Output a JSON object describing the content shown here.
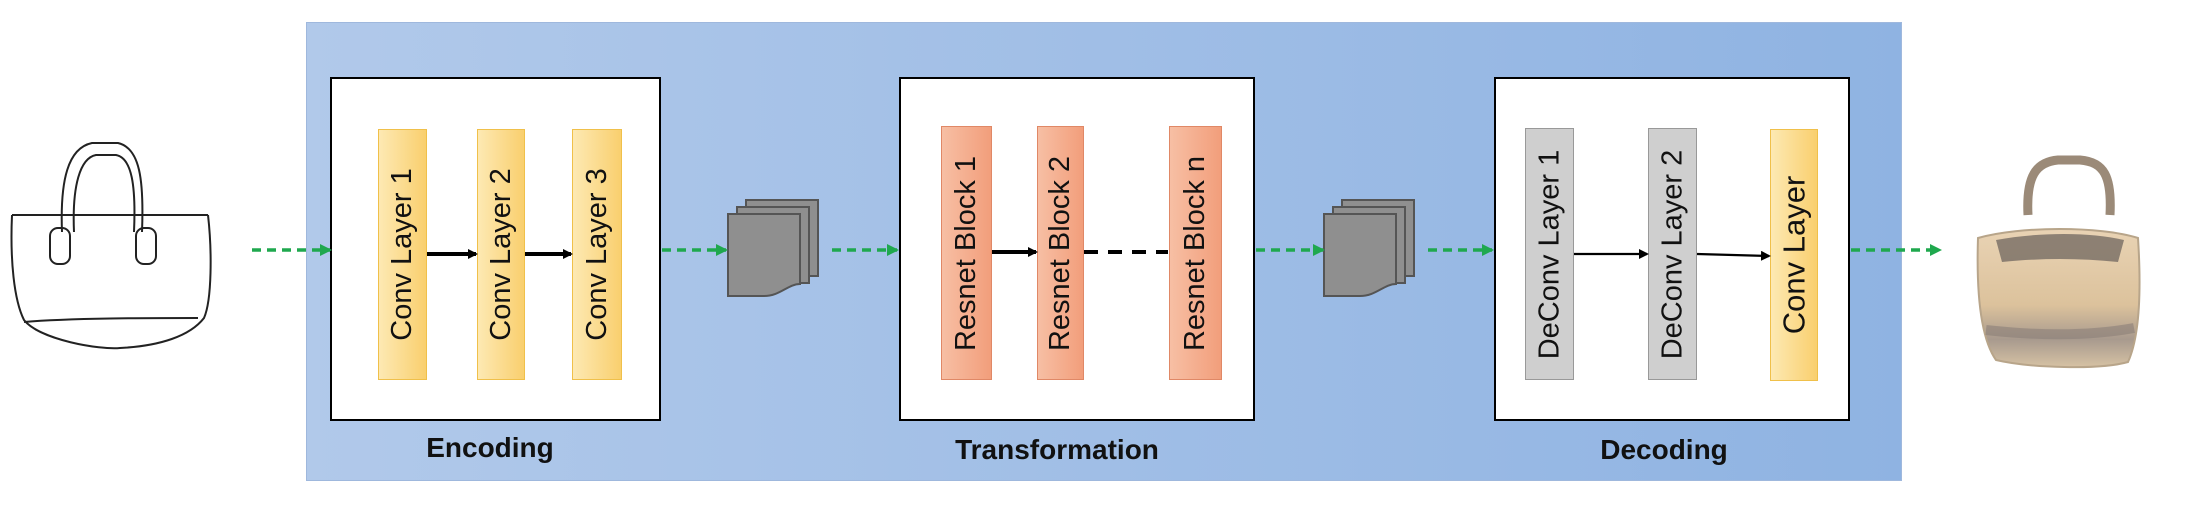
{
  "sections": {
    "encoding": {
      "label": "Encoding",
      "layers": [
        "Conv Layer 1",
        "Conv Layer 2",
        "Conv Layer 3"
      ]
    },
    "transformation": {
      "label": "Transformation",
      "layers": [
        "Resnet Block 1",
        "Resnet Block 2",
        "Resnet Block n"
      ]
    },
    "decoding": {
      "label": "Decoding",
      "layers": [
        "DeConv Layer 1",
        "DeConv Layer 2",
        "Conv Layer"
      ]
    }
  },
  "colors": {
    "flow_arrow": "#1fa84e",
    "conv_fill": "#f9cf6e",
    "resnet_fill": "#f29e7b",
    "deconv_fill": "#cfcfcf",
    "panel": "#a3c0e6"
  },
  "icons": [
    "sketch-handbag-icon",
    "feature-map-stack-icon",
    "generated-handbag-image"
  ]
}
